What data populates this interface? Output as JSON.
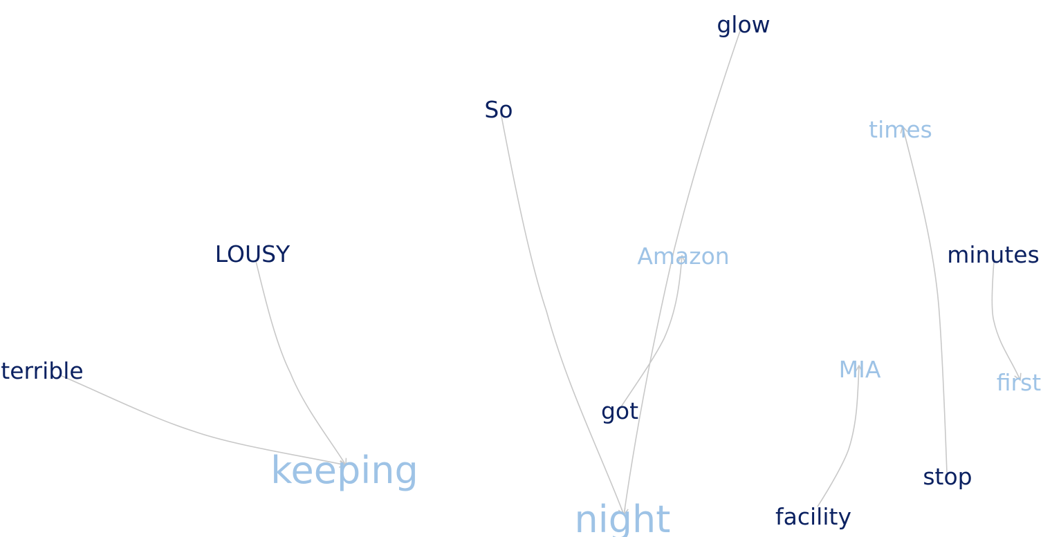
{
  "colors": {
    "dark_word": "#0b2161",
    "light_word": "#9ec3e6",
    "edge": "#c8c8c8",
    "background": "#ffffff"
  },
  "words": [
    {
      "id": "glow",
      "text": "glow",
      "tone": "dark",
      "size": "normal"
    },
    {
      "id": "so",
      "text": "So",
      "tone": "dark",
      "size": "normal"
    },
    {
      "id": "times",
      "text": "times",
      "tone": "light",
      "size": "normal"
    },
    {
      "id": "lousy",
      "text": "LOUSY",
      "tone": "dark",
      "size": "normal"
    },
    {
      "id": "amazon",
      "text": "Amazon",
      "tone": "light",
      "size": "normal"
    },
    {
      "id": "minutes",
      "text": "minutes",
      "tone": "dark",
      "size": "normal"
    },
    {
      "id": "terrible",
      "text": "terrible",
      "tone": "dark",
      "size": "normal"
    },
    {
      "id": "mia",
      "text": "MIA",
      "tone": "light",
      "size": "normal"
    },
    {
      "id": "first",
      "text": "first",
      "tone": "light",
      "size": "normal"
    },
    {
      "id": "got",
      "text": "got",
      "tone": "dark",
      "size": "normal"
    },
    {
      "id": "keeping",
      "text": "keeping",
      "tone": "light",
      "size": "large"
    },
    {
      "id": "stop",
      "text": "stop",
      "tone": "dark",
      "size": "normal"
    },
    {
      "id": "facility",
      "text": "facility",
      "tone": "dark",
      "size": "normal"
    },
    {
      "id": "night",
      "text": "night",
      "tone": "light",
      "size": "large"
    }
  ],
  "edges": [
    {
      "from": "glow",
      "to": "night"
    },
    {
      "from": "so",
      "to": "night"
    },
    {
      "from": "lousy",
      "to": "keeping"
    },
    {
      "from": "terrible",
      "to": "keeping"
    },
    {
      "from": "got",
      "to": "amazon"
    },
    {
      "from": "stop",
      "to": "times"
    },
    {
      "from": "minutes",
      "to": "first"
    },
    {
      "from": "facility",
      "to": "mia"
    }
  ]
}
